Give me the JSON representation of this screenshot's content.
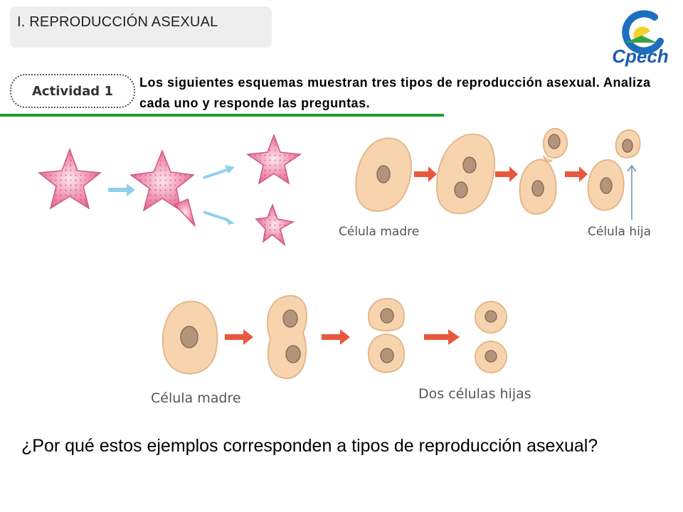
{
  "header": {
    "section_title": "I. REPRODUCCIÓN ASEXUAL"
  },
  "logo": {
    "brand_text": "Cpech"
  },
  "activity": {
    "badge_label": "Actividad 1",
    "instructions": "Los siguientes esquemas muestran tres tipos de reproducción asexual. Analiza cada uno y  responde las preguntas."
  },
  "diagrams": {
    "budding": {
      "mother_label": "Célula madre",
      "daughter_label": "Célula hija"
    },
    "fission": {
      "mother_label": "Célula madre",
      "daughters_label": "Dos células hijas"
    }
  },
  "question": {
    "text": "¿Por qué estos ejemplos corresponden a tipos de reproducción asexual?"
  },
  "colors": {
    "accent_green": "#1f9b35",
    "cell_fill": "#f7d4ae",
    "nucleus_fill": "#b3947a",
    "arrow_red": "#e8583d",
    "arrow_blue": "#8fd0ee",
    "star_pink": "#e87a9c"
  }
}
